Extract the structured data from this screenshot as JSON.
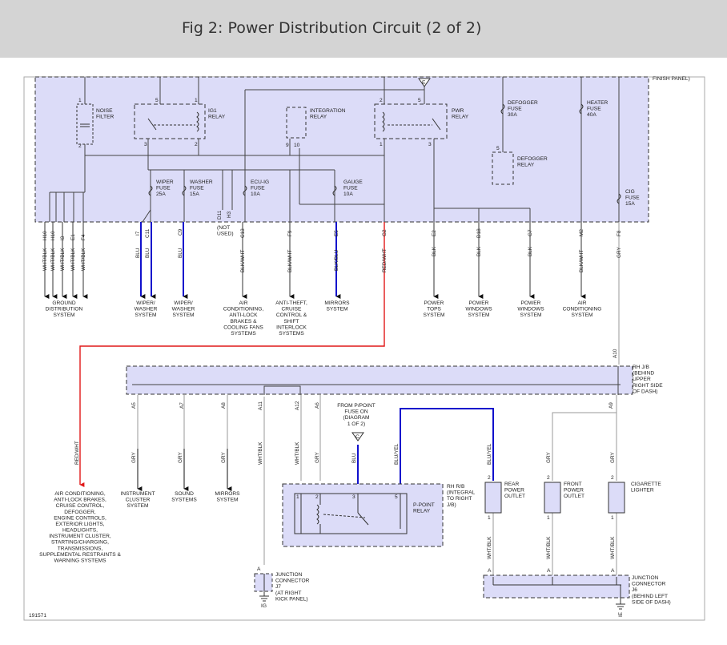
{
  "title": "Fig 2: Power Distribution Circuit (2 of 2)",
  "figure_id": "191571",
  "colors": {
    "header_bg": "#d4d4d4",
    "panel_fill": "#dcdcf8",
    "wire_blue": "#1010cc",
    "wire_red": "#e01818",
    "wire_grey": "#999999"
  },
  "upper_panel": {
    "finish_panel_label": "FINISH PANEL)",
    "noise_filter": "NOISE\nFILTER",
    "ig1_relay": "IG1\nRELAY",
    "integration_relay": "INTEGRATION\nRELAY",
    "pwr_relay": "PWR\nRELAY",
    "defogger_fuse": "DEFOGGER\nFUSE\n30A",
    "heater_fuse": "HEATER\nFUSE\n40A",
    "defogger_relay": "DEFOGGER\nRELAY",
    "wiper_fuse": "WIPER\nFUSE\n25A",
    "washer_fuse": "WASHER\nFUSE\n15A",
    "ecu_ig_fuse": "ECU-IG\nFUSE\n10A",
    "gauge_fuse": "GAUGE\nFUSE\n10A",
    "cig_fuse": "CIG\nFUSE\n15A",
    "terminal_e": "E",
    "not_used": "(NOT\nUSED)"
  },
  "pins": {
    "noise_1": "1",
    "noise_2": "2",
    "ig1_5": "5",
    "ig1_1": "1",
    "ig1_3": "3",
    "ig1_2": "2",
    "int_9": "9",
    "int_10": "10",
    "pwr_2": "2",
    "pwr_5": "5",
    "pwr_1": "1",
    "pwr_3": "3",
    "defog_relay_5": "5"
  },
  "connectors_top": [
    "H10",
    "H10",
    "I3",
    "E1",
    "F4",
    "I7",
    "C11",
    "C9",
    "D11",
    "H3",
    "C13",
    "F9",
    "E5",
    "G2",
    "E2",
    "D18",
    "G7",
    "M2",
    "F8"
  ],
  "wires_top": [
    "WHT/BLK",
    "WHT/BLK",
    "WHT/BLK",
    "WHT/BLK",
    "WHT/BLK",
    "BLU",
    "BLU",
    "BLU",
    "BLK/WHT",
    "BLK/WHT",
    "BLK/BLU",
    "RED/WHT",
    "BLK",
    "BLK",
    "BLK",
    "BLK/WHT",
    "GRY"
  ],
  "destinations_top": [
    "GROUND\nDISTRIBUTION\nSYSTEM",
    "WIPER/\nWASHER\nSYSTEM",
    "WIPER/\nWASHER\nSYSTEM",
    "AIR\nCONDITIONING,\nANTI-LOCK\nBRAKES &\nCOOLING FANS\nSYSTEMS",
    "ANTI-THEFT,\nCRUISE\nCONTROL &\nSHIFT\nINTERLOCK\nSYSTEMS",
    "MIRRORS\nSYSTEM",
    "POWER\nTOPS\nSYSTEM",
    "POWER\nWINDOWS\nSYSTEM",
    "POWER\nWINDOWS\nSYSTEM",
    "AIR\nCONDITIONING\nSYSTEM"
  ],
  "rh_jb": {
    "label": "RH J/B\n(BEHIND\nUPPER\nRIGHT SIDE\nOF DASH)",
    "pin_in": "A10",
    "pins": [
      "A5",
      "A7",
      "A8",
      "A11",
      "A12",
      "A6",
      "A9"
    ]
  },
  "from_p_point": "FROM P/POINT\nFUSE ON\n(DIAGRAM\n1 OF 2)",
  "terminal_c": "C",
  "wires_mid": [
    "RED/WHT",
    "GRY",
    "GRY",
    "GRY",
    "WHT/BLK",
    "WHT/BLK",
    "GRY",
    "BLU",
    "BLU/YEL",
    "BLU/YEL",
    "GRY",
    "GRY"
  ],
  "destinations_bottom": [
    "AIR CONDITIONING,\nANTI-LOCK BRAKES,\nCRUISE CONTROL,\nDEFOGGER,\nENGINE CONTROLS,\nEXTERIOR LIGHTS,\nHEADLIGHTS,\nINSTRUMENT CLUSTER,\nSTARTING/CHARGING,\nTRANSMISSIONS,\nSUPPLEMENTAL RESTRAINTS &\nWARNING SYSTEMS",
    "INSTRUMENT\nCLUSTER\nSYSTEM",
    "SOUND\nSYSTEMS",
    "MIRRORS\nSYSTEM"
  ],
  "rh_rb": "RH R/B\n(INTEGRAL\nTO RIGHT\nJ/B)",
  "p_point_relay": "P-POINT\nRELAY",
  "p_relay_pins": [
    "1",
    "2",
    "3",
    "5"
  ],
  "rear_outlet": "REAR\nPOWER\nOUTLET",
  "front_outlet": "FRONT\nPOWER\nOUTLET",
  "cig_lighter": "CIGARETTE\nLIGHTER",
  "outlet_pins": [
    "2",
    "2",
    "2",
    "1",
    "1",
    "1"
  ],
  "outlet_wires": [
    "WHT/BLK",
    "WHT/BLK",
    "WHT/BLK"
  ],
  "j7": "JUNCTION\nCONNECTOR\nJ7\n(AT RIGHT\nKICK PANEL)",
  "j7_pin": "A",
  "ground_ig": "IG",
  "j6": "JUNCTION\nCONNECTOR\nJ6\n(BEHIND LEFT\nSIDE OF DASH)",
  "j6_pins": [
    "A",
    "A",
    "A"
  ],
  "ground_ie": "IE"
}
